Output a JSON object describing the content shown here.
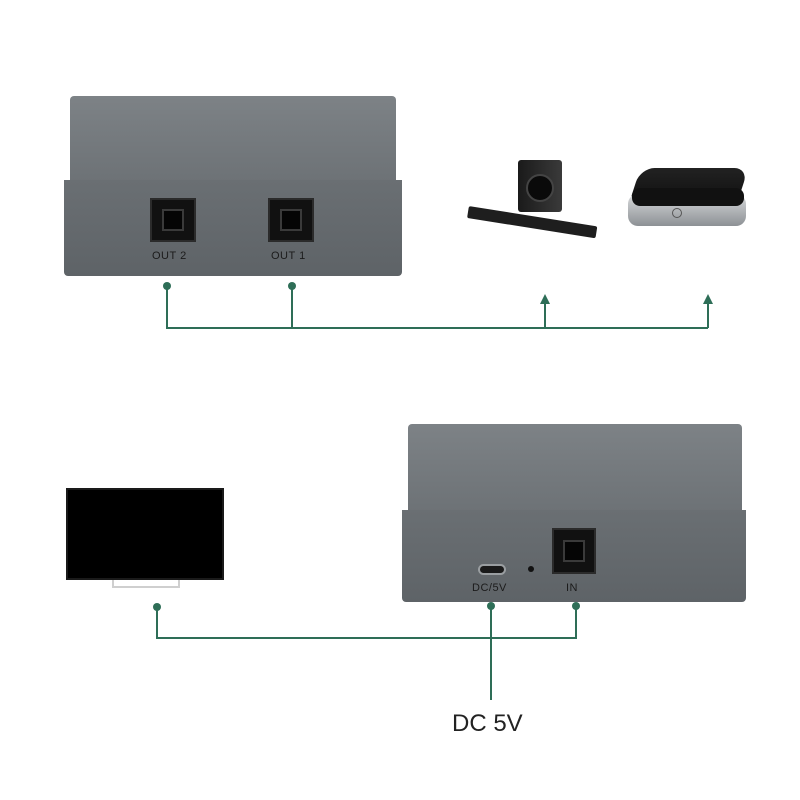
{
  "top_device": {
    "out2_label": "OUT 2",
    "out1_label": "OUT 1"
  },
  "bottom_device": {
    "dc_port_label": "DC/5V",
    "in_label": "IN"
  },
  "power_caption": "DC 5V",
  "colors": {
    "connector_line": "#2e6e57",
    "device_body": "#6a6f73",
    "device_top": "#7d8286"
  }
}
